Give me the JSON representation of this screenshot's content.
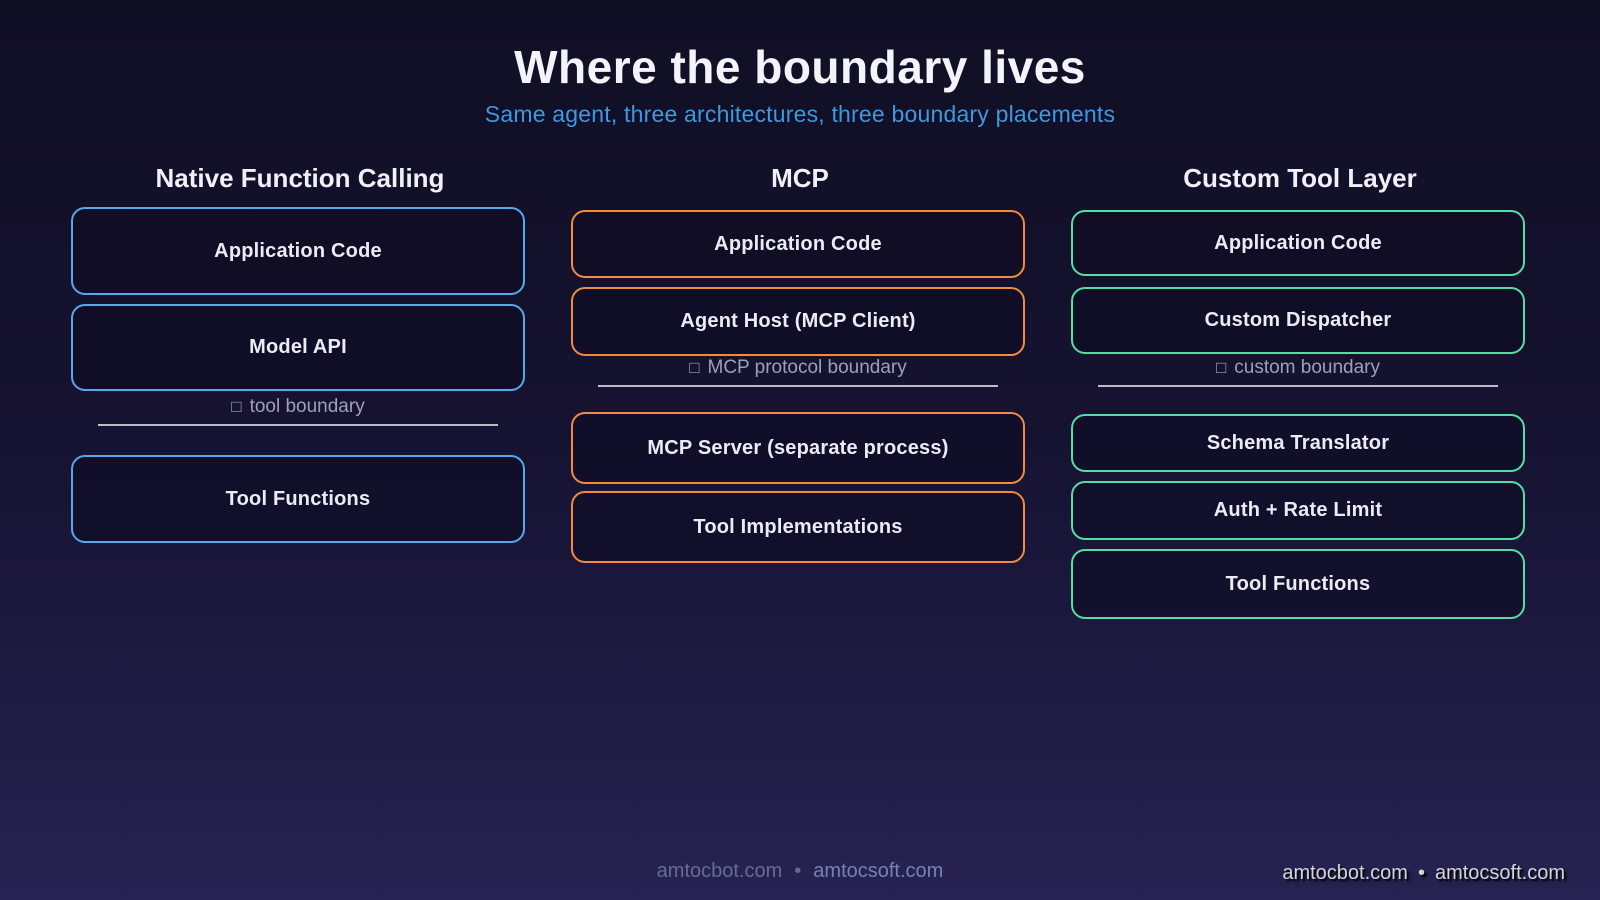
{
  "header": {
    "title": "Where the boundary lives",
    "subtitle": "Same agent, three architectures, three boundary placements"
  },
  "colors": {
    "bg_top": "#110f24",
    "bg_bottom": "#272251",
    "native_accent": "#54a9ea",
    "mcp_accent": "#f08b41",
    "custom_accent": "#57dda2",
    "subtitle": "#3f98de"
  },
  "columns": [
    {
      "heading": "Native Function Calling",
      "boxes_above": [
        "Application Code",
        "Model API"
      ],
      "boundary": {
        "icon": "□",
        "label": "tool boundary"
      },
      "boxes_below": [
        "Tool Functions"
      ]
    },
    {
      "heading": "MCP",
      "boxes_above": [
        "Application Code",
        "Agent Host (MCP Client)"
      ],
      "boundary": {
        "icon": "□",
        "label": "MCP protocol boundary"
      },
      "boxes_below": [
        "MCP Server (separate process)",
        "Tool Implementations"
      ]
    },
    {
      "heading": "Custom Tool Layer",
      "boxes_above": [
        "Application Code",
        "Custom Dispatcher"
      ],
      "boundary": {
        "icon": "□",
        "label": "custom boundary"
      },
      "boxes_below": [
        "Schema Translator",
        "Auth + Rate Limit",
        "Tool Functions"
      ]
    }
  ],
  "footer": {
    "center": {
      "left": "amtocbot.com",
      "separator": "•",
      "right": "amtocsoft.com"
    },
    "watermark": {
      "left": "amtocbot.com",
      "separator": "•",
      "right": "amtocsoft.com"
    }
  }
}
